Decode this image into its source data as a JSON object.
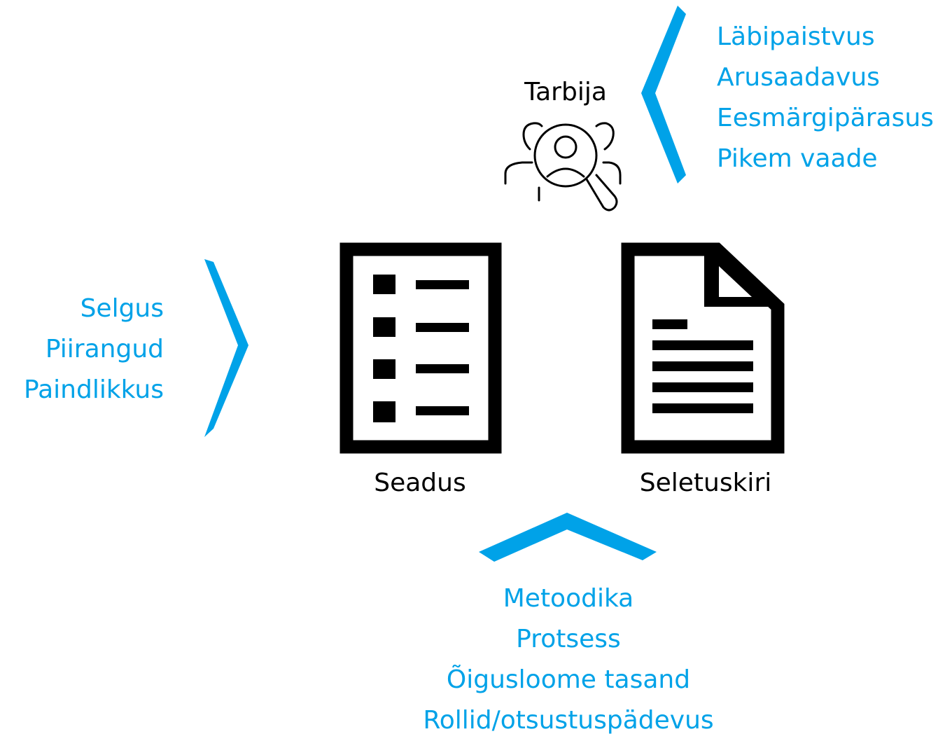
{
  "consumer": {
    "label": "Tarbija",
    "icon": "consumer-search-icon",
    "qualities": [
      "Läbipaistvus",
      "Arusaadavus",
      "Eesmärgipärasus",
      "Pikem vaade"
    ]
  },
  "law": {
    "label": "Seadus",
    "icon": "law-document-icon",
    "qualities": [
      "Selgus",
      "Piirangud",
      "Paindlikkus"
    ]
  },
  "explanatory_note": {
    "label": "Seletuskiri",
    "icon": "explanatory-note-icon"
  },
  "process": {
    "qualities": [
      "Metoodika",
      "Protsess",
      "Õigusloome tasand",
      "Rollid/otsustuspädevus"
    ]
  },
  "colors": {
    "accent": "#00a2e8",
    "ink": "#000000"
  }
}
